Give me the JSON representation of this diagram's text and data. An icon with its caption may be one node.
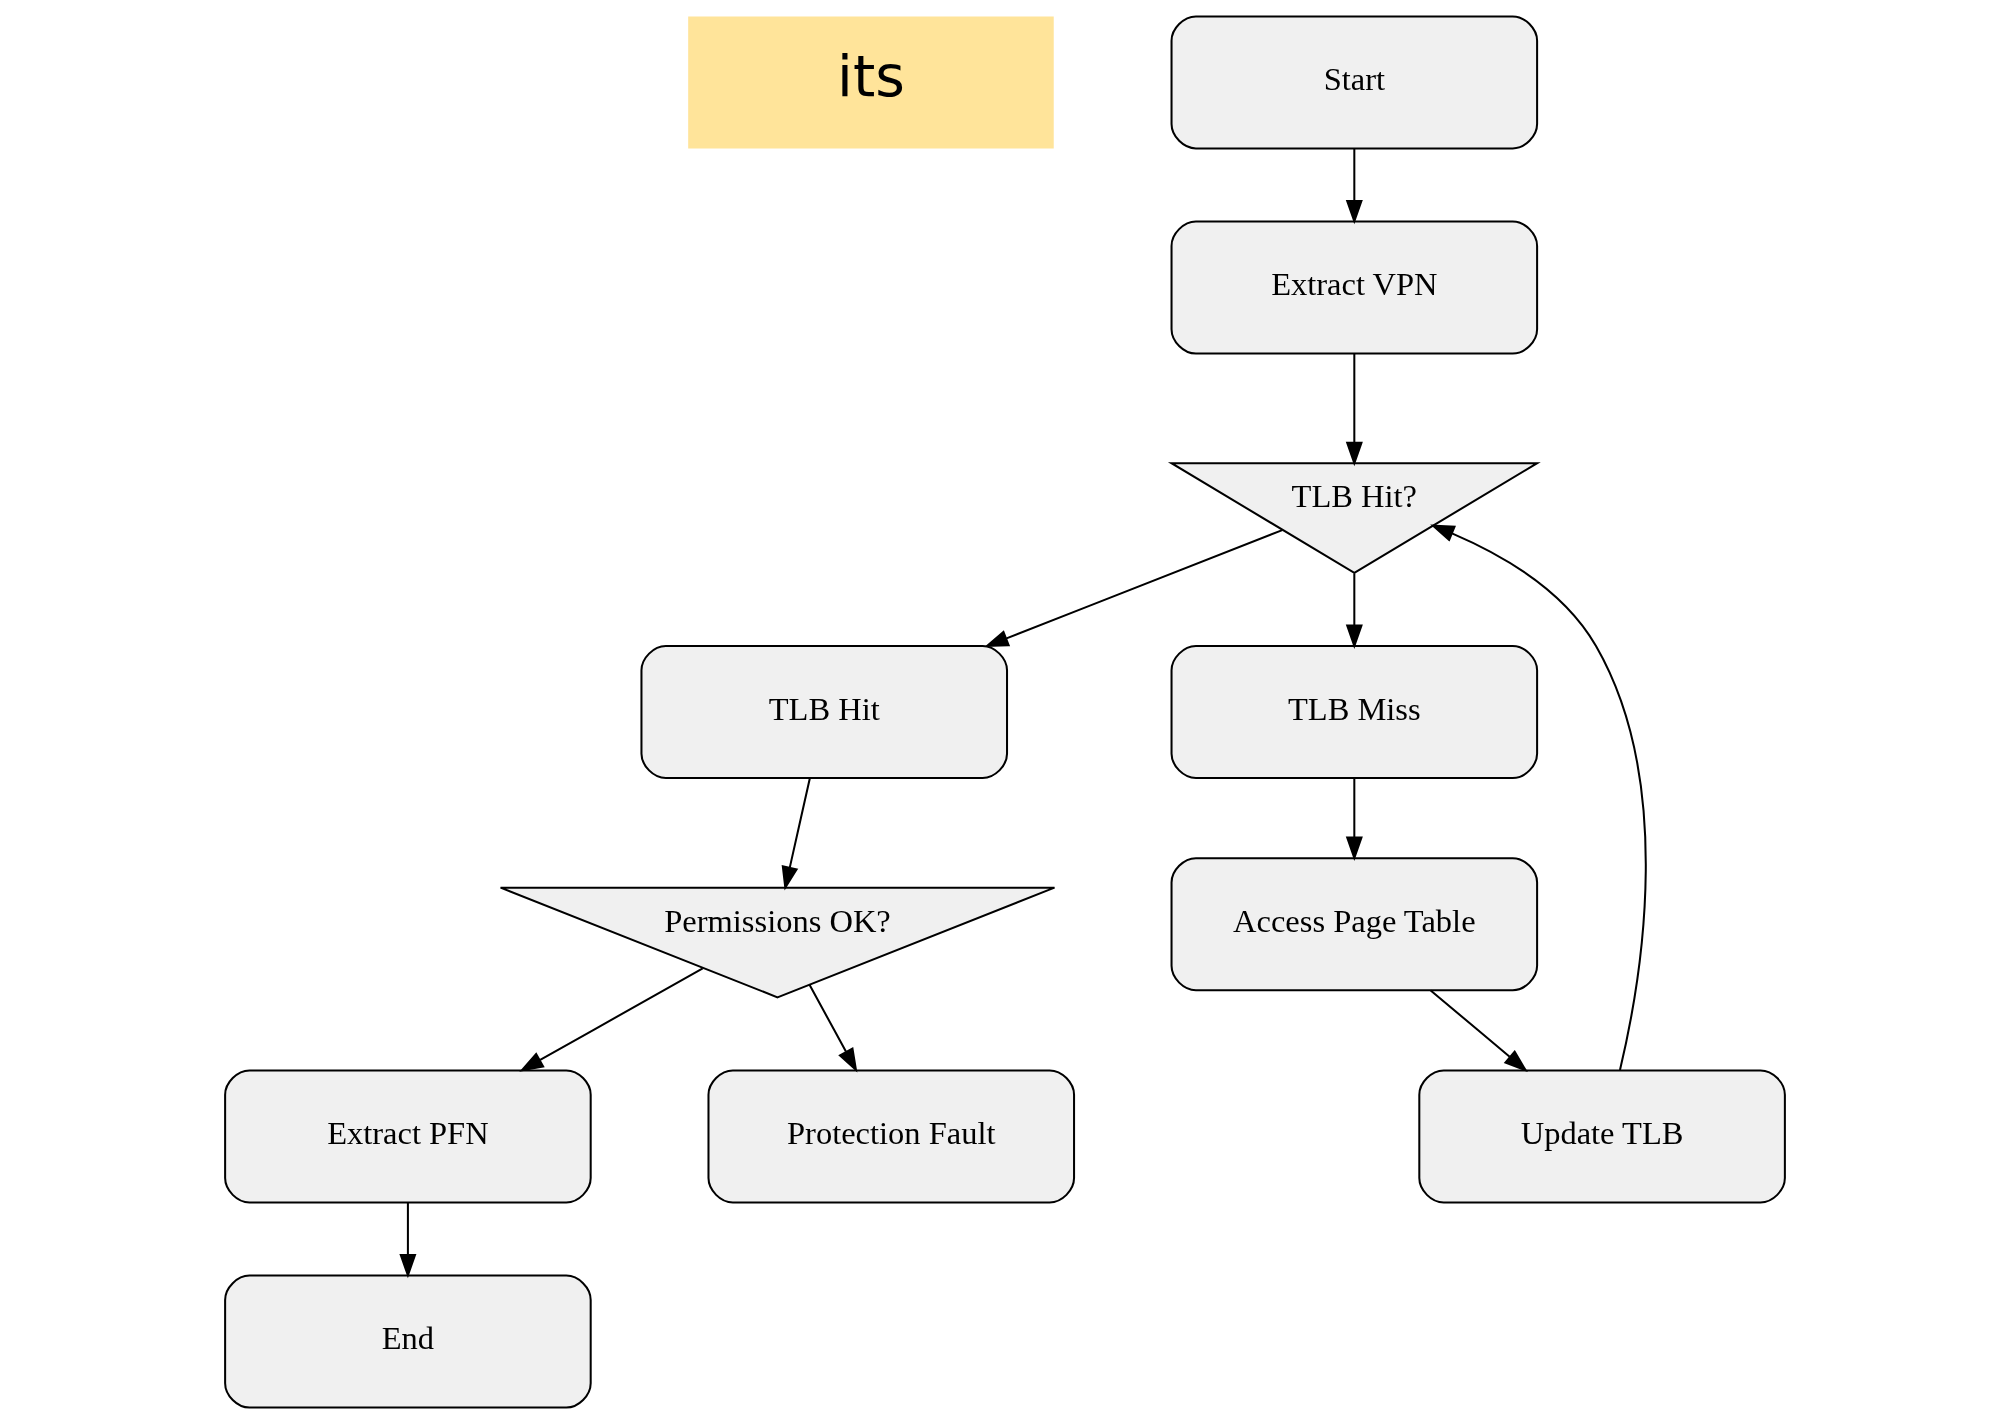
{
  "diagram": {
    "nodes": [
      {
        "text": [
          "Start"
        ]
      },
      {
        "text": [
          "Extract VPN"
        ]
      },
      {
        "text": [
          "TLB Hit?"
        ]
      },
      {
        "text": [
          "TLB Hit"
        ]
      },
      {
        "text": [
          "TLB Miss"
        ]
      },
      {
        "text": [
          "Permissions OK?"
        ]
      },
      {
        "text": [
          "Extract PFN"
        ]
      },
      {
        "text": [
          "Protection Fault"
        ]
      },
      {
        "text": [
          "End"
        ]
      },
      {
        "text": [
          "Access Page Table"
        ]
      },
      {
        "text": [
          "Update TLB"
        ]
      }
    ],
    "edges": [
      {
        "from": 0,
        "to": 1,
        "arrow": "to"
      },
      {
        "from": 1,
        "to": 2,
        "arrow": "to"
      },
      {
        "from": 2,
        "to": 3,
        "arrow": "to"
      },
      {
        "from": 2,
        "to": 4,
        "arrow": "to"
      },
      {
        "from": 3,
        "to": 5,
        "arrow": "to"
      },
      {
        "from": 5,
        "to": 6,
        "arrow": "to"
      },
      {
        "from": 5,
        "to": 7,
        "arrow": "to"
      },
      {
        "from": 6,
        "to": 8,
        "arrow": "to"
      },
      {
        "from": 4,
        "to": 9,
        "arrow": "to"
      },
      {
        "from": 9,
        "to": 10,
        "arrow": "to"
      },
      {
        "from": 10,
        "to": 2,
        "arrow": "to"
      }
    ],
    "labels": [
      "its"
    ]
  }
}
